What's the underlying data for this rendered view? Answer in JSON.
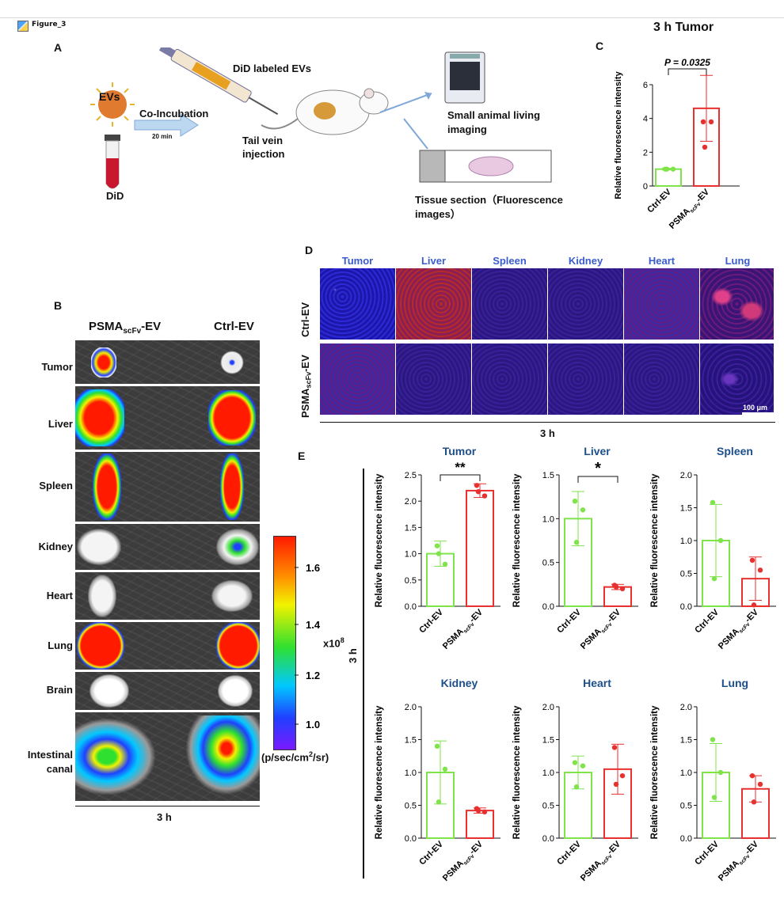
{
  "window": {
    "figure_label": "Figure_3"
  },
  "panel_letters": {
    "a": "A",
    "b": "B",
    "c": "C",
    "d": "D",
    "e": "E"
  },
  "panelA": {
    "evs": "EVs",
    "did": "DiD",
    "coincubation": "Co-Incubation",
    "time": "20 min",
    "labeled": "DiD labeled EVs",
    "tail1": "Tail vein",
    "tail2": "injection",
    "imaging1": "Small animal living",
    "imaging2": "imaging",
    "tissue1": "Tissue section（Fluorescence",
    "tissue2": "images）"
  },
  "panelB": {
    "col1": "PSMA",
    "col1_sub": "scFv",
    "col1_suffix": "-EV",
    "col2": "Ctrl-EV",
    "organs": [
      "Tumor",
      "Liver",
      "Spleen",
      "Kidney",
      "Heart",
      "Lung",
      "Brain",
      "Intestinal",
      "canal"
    ],
    "footer": "3 h",
    "scale_ticks": [
      "1.6",
      "1.4",
      "1.2",
      "1.0"
    ],
    "scale_unit_exp": "x10",
    "scale_unit_sup": "8",
    "scale_unit": "(p/sec/cm",
    "scale_unit_sup2": "2",
    "scale_unit_end": "/sr)"
  },
  "panelC": {
    "title": "3 h Tumor",
    "pvalue": "P = 0.0325",
    "ylabel": "Relative fluorescence intensity",
    "ticks": [
      "0",
      "2",
      "4",
      "6"
    ],
    "xlabels": [
      "Ctrl-EV",
      "PSMA"
    ],
    "xsub": "scFv",
    "xsuffix": "-EV"
  },
  "panelD": {
    "columns": [
      "Tumor",
      "Liver",
      "Spleen",
      "Kidney",
      "Heart",
      "Lung"
    ],
    "row1": "Ctrl-EV",
    "row2": "PSMA",
    "row2_sub": "scFv",
    "row2_suffix": "-EV",
    "scale": "100 μm",
    "footer": "3 h"
  },
  "panelE": {
    "side_label": "3 h",
    "ylabel": "Relative fluorescence intensity",
    "xlabel_ctrl": "Ctrl-EV",
    "xlabel_psma": "PSMA",
    "xlabel_sub": "scFv",
    "xlabel_suffix": "-EV"
  },
  "colors": {
    "ctrl": "#7fe34a",
    "psma": "#e8302f",
    "title_blue": "#3a5ccc",
    "title_navy": "#1c4f8a"
  },
  "chart_data": [
    {
      "id": "C",
      "type": "bar",
      "title": "3 h Tumor",
      "categories": [
        "Ctrl-EV",
        "PSMAscFv-EV"
      ],
      "values": [
        1.0,
        4.6
      ],
      "errors": [
        0.05,
        1.95
      ],
      "points": [
        [
          1.0,
          1.0,
          1.0
        ],
        [
          3.8,
          3.8,
          2.3
        ]
      ],
      "ylim": [
        0,
        6
      ],
      "ticks": [
        0,
        2,
        4,
        6
      ],
      "annotation": "P = 0.0325"
    },
    {
      "id": "E-tumor",
      "type": "bar",
      "title": "Tumor",
      "categories": [
        "Ctrl-EV",
        "PSMAscFv-EV"
      ],
      "values": [
        1.0,
        2.2
      ],
      "errors": [
        0.24,
        0.13
      ],
      "points": [
        [
          1.15,
          0.8,
          1.0
        ],
        [
          2.3,
          2.1,
          2.18
        ]
      ],
      "ylim": [
        0,
        2.5
      ],
      "ticks": [
        0.0,
        0.5,
        1.0,
        1.5,
        2.0,
        2.5
      ],
      "annotation": "**"
    },
    {
      "id": "E-liver",
      "type": "bar",
      "title": "Liver",
      "categories": [
        "Ctrl-EV",
        "PSMAscFv-EV"
      ],
      "values": [
        1.0,
        0.22
      ],
      "errors": [
        0.31,
        0.03
      ],
      "points": [
        [
          1.2,
          1.1,
          0.73
        ],
        [
          0.24,
          0.2,
          0.22
        ]
      ],
      "ylim": [
        0,
        1.5
      ],
      "ticks": [
        0.0,
        0.5,
        1.0,
        1.5
      ],
      "annotation": "*"
    },
    {
      "id": "E-spleen",
      "type": "bar",
      "title": "Spleen",
      "categories": [
        "Ctrl-EV",
        "PSMAscFv-EV"
      ],
      "values": [
        1.0,
        0.42
      ],
      "errors": [
        0.55,
        0.33
      ],
      "points": [
        [
          1.58,
          1.0,
          0.42
        ],
        [
          0.7,
          0.55,
          0.02
        ]
      ],
      "ylim": [
        0,
        2.0
      ],
      "ticks": [
        0.0,
        0.5,
        1.0,
        1.5,
        2.0
      ],
      "annotation": ""
    },
    {
      "id": "E-kidney",
      "type": "bar",
      "title": "Kidney",
      "categories": [
        "Ctrl-EV",
        "PSMAscFv-EV"
      ],
      "values": [
        1.0,
        0.42
      ],
      "errors": [
        0.48,
        0.04
      ],
      "points": [
        [
          1.4,
          1.05,
          0.55
        ],
        [
          0.45,
          0.4,
          0.42
        ]
      ],
      "ylim": [
        0,
        2.0
      ],
      "ticks": [
        0.0,
        0.5,
        1.0,
        1.5,
        2.0
      ],
      "annotation": ""
    },
    {
      "id": "E-heart",
      "type": "bar",
      "title": "Heart",
      "categories": [
        "Ctrl-EV",
        "PSMAscFv-EV"
      ],
      "values": [
        1.0,
        1.05
      ],
      "errors": [
        0.25,
        0.38
      ],
      "points": [
        [
          1.15,
          1.1,
          0.78
        ],
        [
          1.38,
          0.95,
          0.82
        ]
      ],
      "ylim": [
        0,
        2.0
      ],
      "ticks": [
        0.0,
        0.5,
        1.0,
        1.5,
        2.0
      ],
      "annotation": ""
    },
    {
      "id": "E-lung",
      "type": "bar",
      "title": "Lung",
      "categories": [
        "Ctrl-EV",
        "PSMAscFv-EV"
      ],
      "values": [
        1.0,
        0.75
      ],
      "errors": [
        0.44,
        0.2
      ],
      "points": [
        [
          1.5,
          1.0,
          0.62
        ],
        [
          0.95,
          0.82,
          0.55
        ]
      ],
      "ylim": [
        0,
        2.0
      ],
      "ticks": [
        0.0,
        0.5,
        1.0,
        1.5,
        2.0
      ],
      "annotation": ""
    }
  ]
}
